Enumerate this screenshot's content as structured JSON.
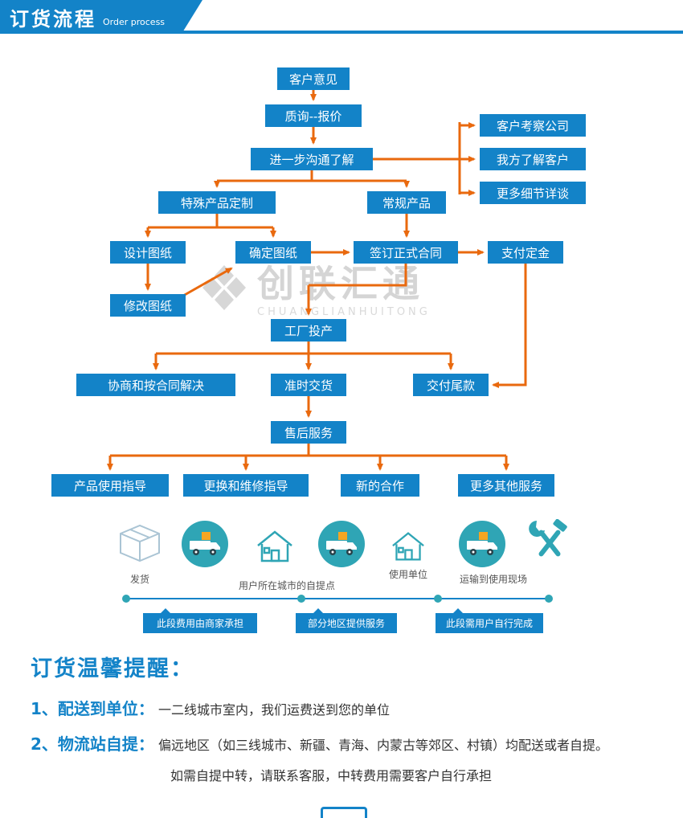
{
  "header": {
    "title_zh": "订货流程",
    "title_en": "Order process"
  },
  "colors": {
    "blue": "#1383c8",
    "orange": "#e9690e",
    "teal": "#2fa5b5",
    "watermark_gray": "#d5d5d5"
  },
  "flow": {
    "customer_feedback": "客户意见",
    "inquiry_quote": "质询--报价",
    "further_communication": "进一步沟通了解",
    "visit_company": "客户考察公司",
    "know_customer": "我方了解客户",
    "more_details": "更多细节详谈",
    "custom_product": "特殊产品定制",
    "regular_product": "常规产品",
    "design_drawing": "设计图纸",
    "confirm_drawing": "确定图纸",
    "sign_contract": "签订正式合同",
    "pay_deposit": "支付定金",
    "modify_drawing": "修改图纸",
    "factory_production": "工厂投产",
    "negotiate_contract": "协商和按合同解决",
    "ontime_delivery": "准时交货",
    "pay_balance": "交付尾款",
    "after_sales": "售后服务",
    "usage_guidance": "产品使用指导",
    "repair_guidance": "更换和维修指导",
    "new_cooperation": "新的合作",
    "more_services": "更多其他服务"
  },
  "watermark": {
    "name": "创联汇通",
    "sub": "CHUANGLIANHUITONG"
  },
  "icons": {
    "package": "package-icon",
    "truck": "truck-icon",
    "house": "house-icon",
    "tools": "tools-icon",
    "watermark_logo": "diamond-logo-icon"
  },
  "logistics": {
    "ship_label": "发货",
    "pickup_label": "用户所在城市的自提点",
    "unit_label": "使用单位",
    "transport_label": "运输到使用现场",
    "seg_merchant": "此段费用由商家承担",
    "seg_partial": "部分地区提供服务",
    "seg_user": "此段需用户自行完成"
  },
  "notes": {
    "title": "订货温馨提醒：",
    "item1_label": "1、配送到单位：",
    "item1_text": "一二线城市室内，我们运费送到您的单位",
    "item2_label": "2、物流站自提：",
    "item2_text": "偏远地区（如三线城市、新疆、青海、内蒙古等郊区、村镇）均配送或者自提。",
    "item3_text": "如需自提中转，请联系客服，中转费用需要客户自行承担"
  }
}
